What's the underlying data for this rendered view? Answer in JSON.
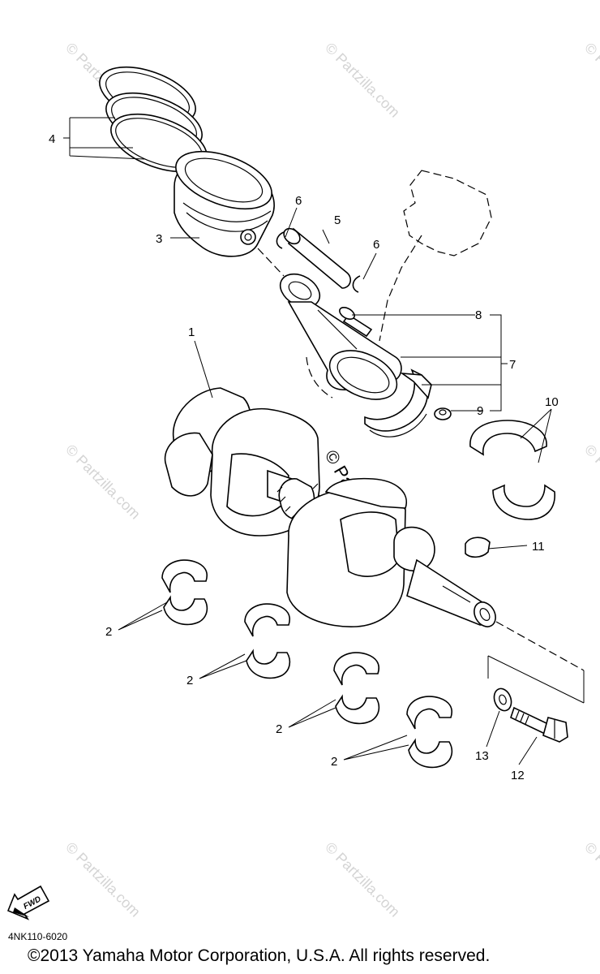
{
  "watermark": "© Partzilla.com",
  "callouts": {
    "c1": "1",
    "c2a": "2",
    "c2b": "2",
    "c2c": "2",
    "c2d": "2",
    "c3": "3",
    "c4": "4",
    "c5": "5",
    "c6a": "6",
    "c6b": "6",
    "c7": "7",
    "c8": "8",
    "c9": "9",
    "c10": "10",
    "c11": "11",
    "c12": "12",
    "c13": "13"
  },
  "fwd_label": "FWD",
  "diagram_code": "4NK110-6020",
  "copyright": "©2013 Yamaha Motor Corporation, U.S.A. All rights reserved."
}
